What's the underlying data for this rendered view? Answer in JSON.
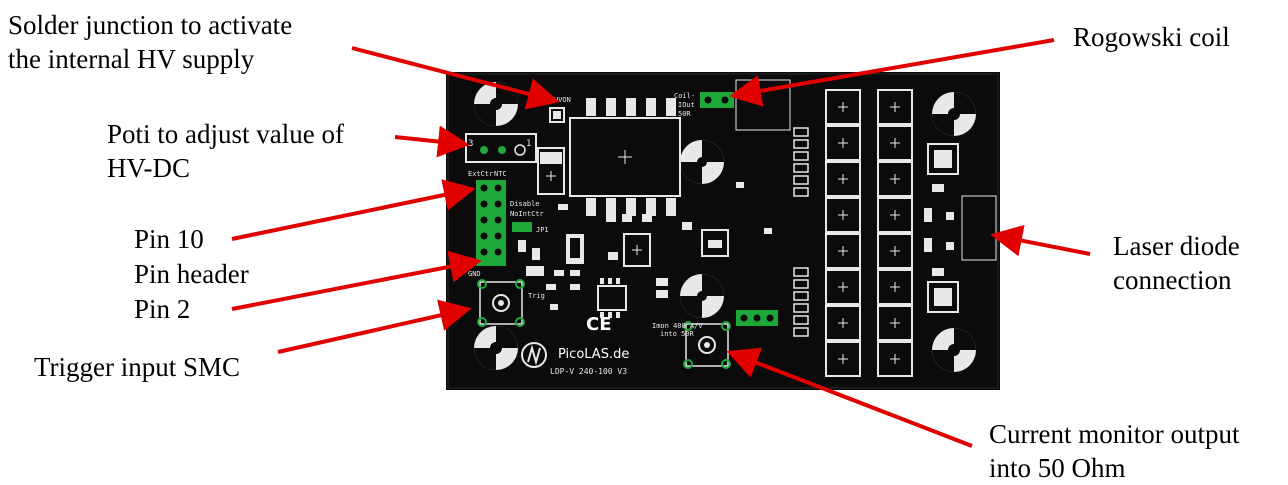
{
  "annotations": {
    "solder_junction": [
      "Solder junction to activate",
      "the internal HV supply"
    ],
    "poti": [
      "Poti to adjust value of",
      "HV-DC"
    ],
    "pin10": "Pin 10",
    "pin_header": "Pin header",
    "pin2": "Pin 2",
    "trigger": "Trigger input SMC",
    "rogowski": "Rogowski coil",
    "laser_diode": [
      "Laser diode",
      "connection"
    ],
    "current_monitor": [
      "Current monitor output",
      "into 50 Ohm"
    ]
  },
  "board": {
    "brand": "PicoLAS.de",
    "model": "LDP-V 240-100 V3",
    "ce_mark": "CE",
    "silk": {
      "hvon": "HVON",
      "coil": "Coil-",
      "iout": "IOut",
      "ohm": "50R",
      "poti_3": "3",
      "poti_1": "1",
      "extctr": "ExtCtr",
      "ntc": "NTC",
      "disable": "Disable",
      "nointctr": "NoIntCtr",
      "jp1": "JP1",
      "gnd": "GND",
      "trig": "Trig",
      "imon": "Imon 400 A/V",
      "imon2": "into 50R"
    }
  },
  "colors": {
    "arrow": "#e00000",
    "pad": "#1fa83a",
    "board": "#0b0b0b",
    "silk": "#e8e8e8"
  }
}
